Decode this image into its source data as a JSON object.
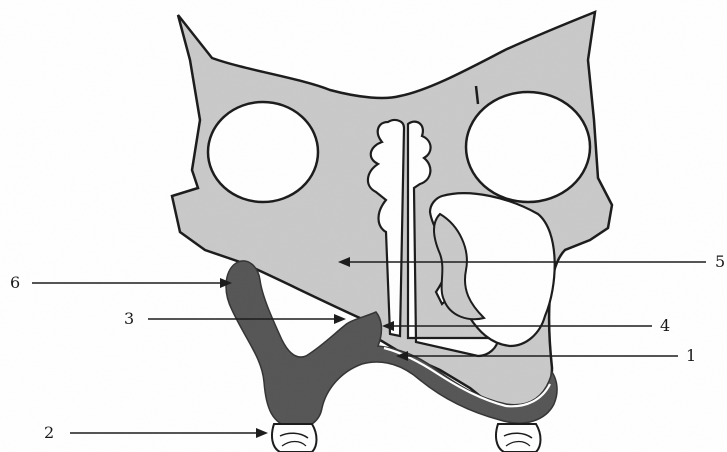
{
  "labels": {
    "l1": "1",
    "l2": "2",
    "l3": "3",
    "l4": "4",
    "l5": "5",
    "l6": "6"
  },
  "colors": {
    "bone": "#c9c9c9",
    "bone_dark": "#8f8f8f",
    "cleft_tissue": "#555555",
    "outline": "#1a1a1a",
    "background": "#ffffff"
  }
}
